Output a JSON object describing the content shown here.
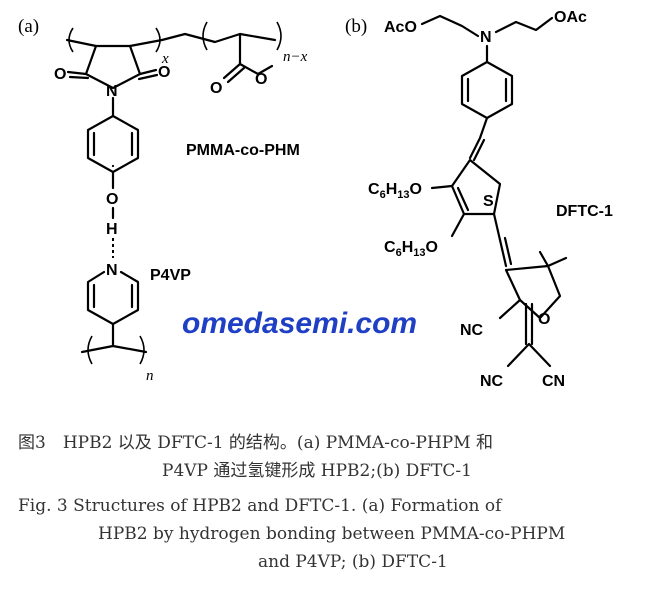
{
  "panel_a": {
    "label": "(a)",
    "polymer_name": "PMMA-co-PHM",
    "pyridine_name": "P4VP",
    "subscript_x": "x",
    "subscript_nx": "n−x",
    "subscript_n": "n",
    "atoms": {
      "O_left": "O",
      "O_right": "O",
      "N_imide": "N",
      "O_ester_co": "O",
      "O_ester_me": "O",
      "O_phenol": "O",
      "H_bond": "H",
      "N_pyridine": "N"
    }
  },
  "panel_b": {
    "label": "(b)",
    "molecule_name": "DFTC-1",
    "acetoxy_left": "AcO",
    "acetoxy_right": "OAc",
    "amine_N": "N",
    "hexyloxy_1": "C6H13O",
    "hexyloxy_2": "C6H13O",
    "thiophene_S": "S",
    "furan_O": "O",
    "cn_1": "NC",
    "cn_2": "NC",
    "cn_3": "CN"
  },
  "watermark": "omedasemi.com",
  "caption": {
    "cn_line1": "图3　HPB2 以及 DFTC-1 的结构。(a) PMMA-co-PHPM 和",
    "cn_line2": "P4VP 通过氢键形成 HPB2;(b) DFTC-1",
    "en_line1": "Fig. 3  Structures of HPB2 and DFTC-1. (a) Formation of",
    "en_line2": "HPB2 by hydrogen bonding between PMMA-co-PHPM",
    "en_line3": "and P4VP; (b) DFTC-1"
  }
}
